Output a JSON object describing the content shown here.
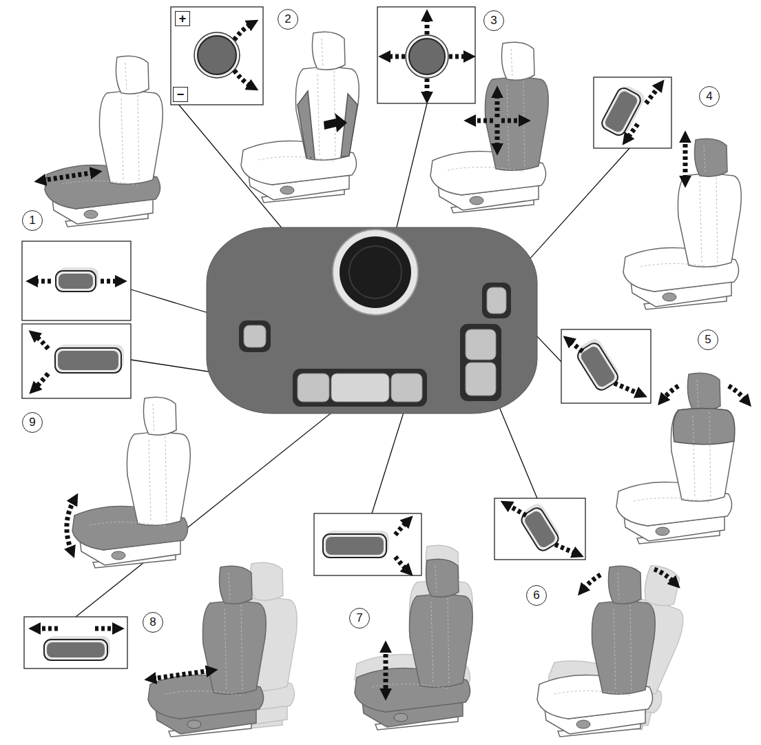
{
  "diagram": {
    "labels": [
      "+",
      "2",
      "3",
      "4",
      "−",
      "1",
      "5",
      "9",
      "8",
      "7",
      "6"
    ]
  }
}
